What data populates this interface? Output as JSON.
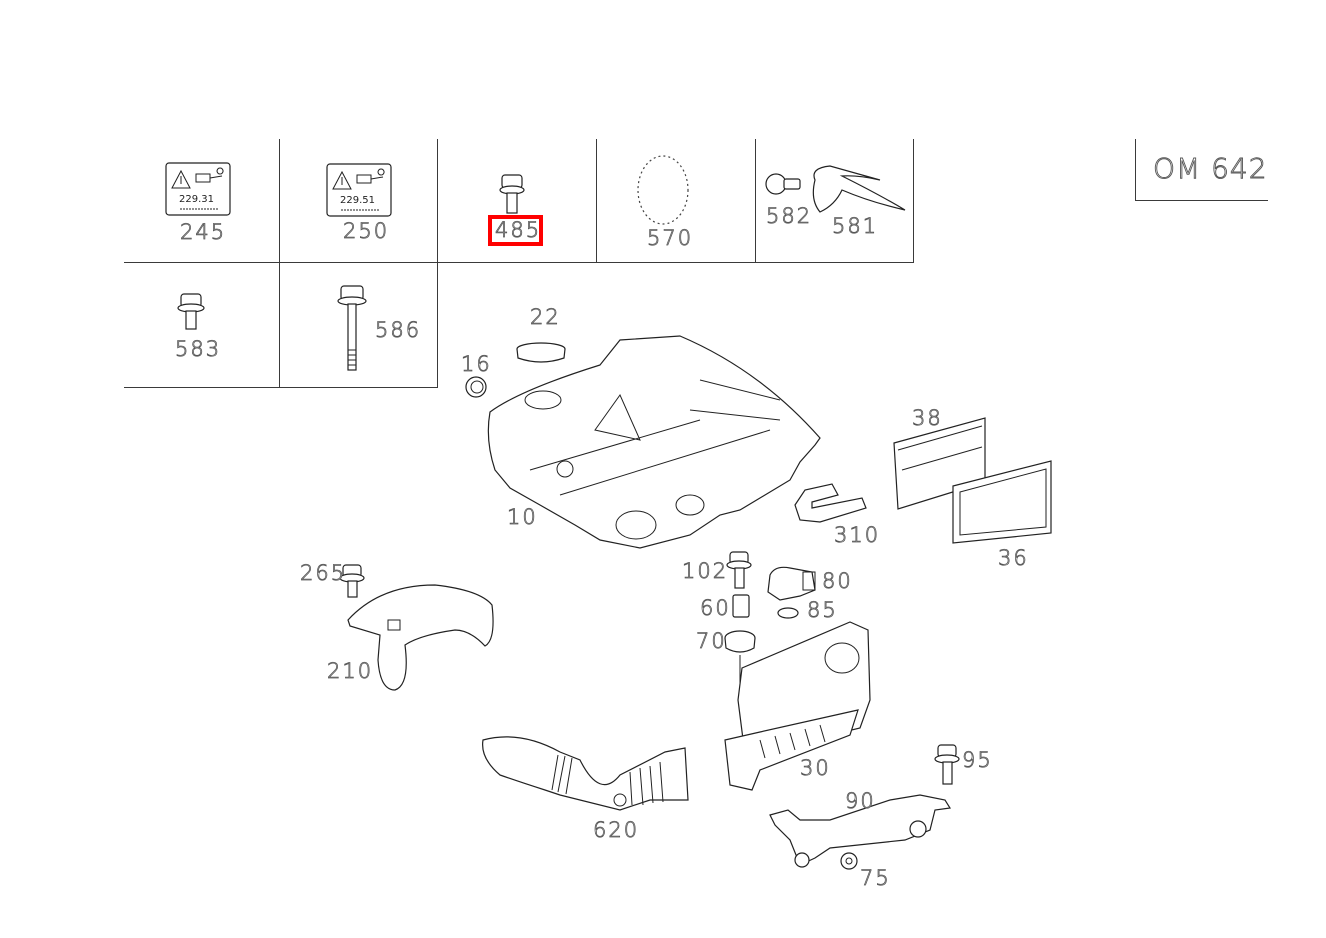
{
  "diagram": {
    "title": "OM 642",
    "highlighted_part": "485",
    "highlight_color": "#ff0000",
    "grid_cells": [
      {
        "part": "245",
        "description": "warning-label"
      },
      {
        "part": "250",
        "description": "warning-label"
      },
      {
        "part": "485",
        "description": "bolt"
      },
      {
        "part": "570",
        "description": "gasket-ring"
      },
      {
        "parts": [
          "582",
          "581"
        ],
        "description": "bolt-and-bracket"
      },
      {
        "part": "583",
        "description": "bolt"
      },
      {
        "part": "586",
        "description": "long-bolt"
      }
    ],
    "label_text": {
      "warning_label_code_1": "229.31",
      "warning_label_code_2": "229.51"
    },
    "callouts": {
      "p245": "245",
      "p250": "250",
      "p485": "485",
      "p570": "570",
      "p582": "582",
      "p581": "581",
      "p583": "583",
      "p586": "586",
      "p22": "22",
      "p16": "16",
      "p10": "10",
      "p38": "38",
      "p36": "36",
      "p310": "310",
      "p265": "265",
      "p210": "210",
      "p102": "102",
      "p80": "80",
      "p60": "60",
      "p85": "85",
      "p70": "70",
      "p30": "30",
      "p95": "95",
      "p90": "90",
      "p75": "75",
      "p620": "620"
    }
  }
}
